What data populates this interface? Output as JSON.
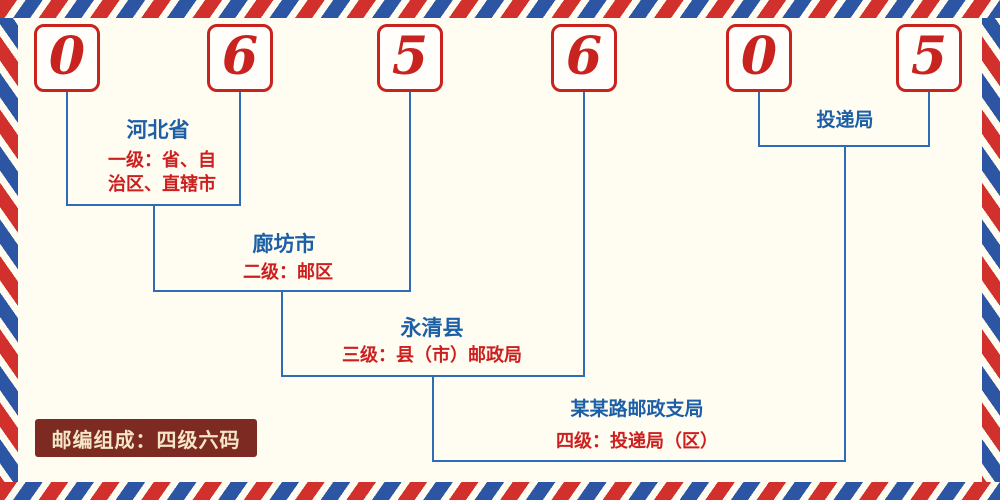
{
  "postal_code": {
    "digits": [
      "0",
      "6",
      "5",
      "6",
      "0",
      "5"
    ]
  },
  "annotations": {
    "level1": {
      "place": "河北省",
      "desc_line1": "一级：省、自",
      "desc_line2": "治区、直辖市"
    },
    "level2": {
      "place": "廊坊市",
      "desc": "二级：邮区"
    },
    "level3": {
      "place": "永清县",
      "desc": "三级：县（市）邮政局"
    },
    "level4": {
      "place": "某某路邮政支局",
      "desc": "四级：投递局（区）"
    },
    "delivery": {
      "place": "投递局"
    }
  },
  "badge": {
    "text": "邮编组成：四级六码"
  },
  "colors": {
    "digit_red": "#c8231f",
    "line_blue": "#2e6cb5",
    "place_blue": "#1c5fa6",
    "desc_red": "#cc2020",
    "badge_bg": "#7d2a23",
    "badge_text": "#f4e6c6",
    "border_red": "#d2302c",
    "border_blue": "#2c55a4",
    "background": "#fffcf1"
  }
}
